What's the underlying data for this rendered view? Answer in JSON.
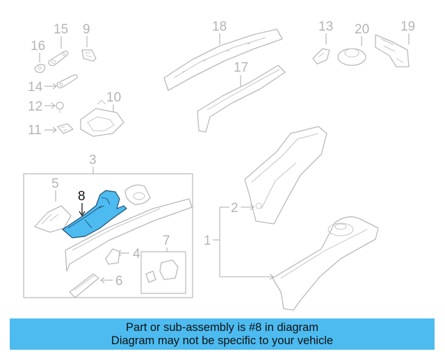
{
  "diagram": {
    "callouts": {
      "c1": "1",
      "c2": "2",
      "c3": "3",
      "c4": "4",
      "c5": "5",
      "c6": "6",
      "c7": "7",
      "c8": "8",
      "c9": "9",
      "c10": "10",
      "c11": "11",
      "c12": "12",
      "c13": "13",
      "c14": "14",
      "c15": "15",
      "c16": "16",
      "c17": "17",
      "c18": "18",
      "c19": "19",
      "c20": "20"
    },
    "highlighted_part": "8",
    "highlight_color": "#4dbbf0",
    "part_line_color": "#b9b9b9"
  },
  "banner": {
    "line1": "Part or sub-assembly is #8 in diagram",
    "line2": "Diagram may not be specific to your vehicle",
    "background": "#4dbbf0"
  }
}
